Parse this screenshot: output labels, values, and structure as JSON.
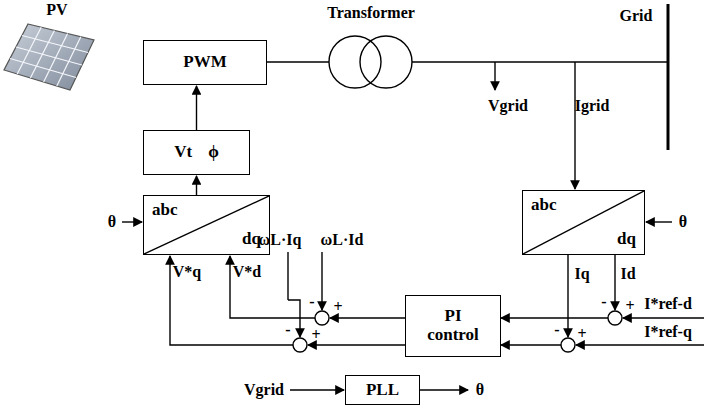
{
  "diagram": {
    "nodes": [
      {
        "text": [
          "PWM"
        ]
      },
      {
        "text": [
          "Vt",
          "ϕ"
        ]
      },
      {
        "text": [
          "abc",
          "dq"
        ]
      },
      {
        "text": [
          "abc",
          "dq"
        ]
      },
      {
        "text": [
          "PI control"
        ]
      },
      {
        "text": [
          "PLL"
        ]
      }
    ],
    "edges": [
      {
        "from": 1,
        "to": 0,
        "arrow": "to"
      },
      {
        "from": 2,
        "to": 1,
        "arrow": "to"
      }
    ],
    "labels": [
      "PV",
      "Transformer",
      "Grid",
      "Vgrid",
      "Igrid",
      "θ",
      "θ",
      "V*q",
      "V*d",
      "ωL·Iq",
      "ωL·Id",
      "-",
      "+",
      "-",
      "+",
      "Iq",
      "Id",
      "-",
      "+",
      "-",
      "+",
      "I*ref-d",
      "I*ref-q",
      "Vgrid",
      "θ"
    ]
  }
}
